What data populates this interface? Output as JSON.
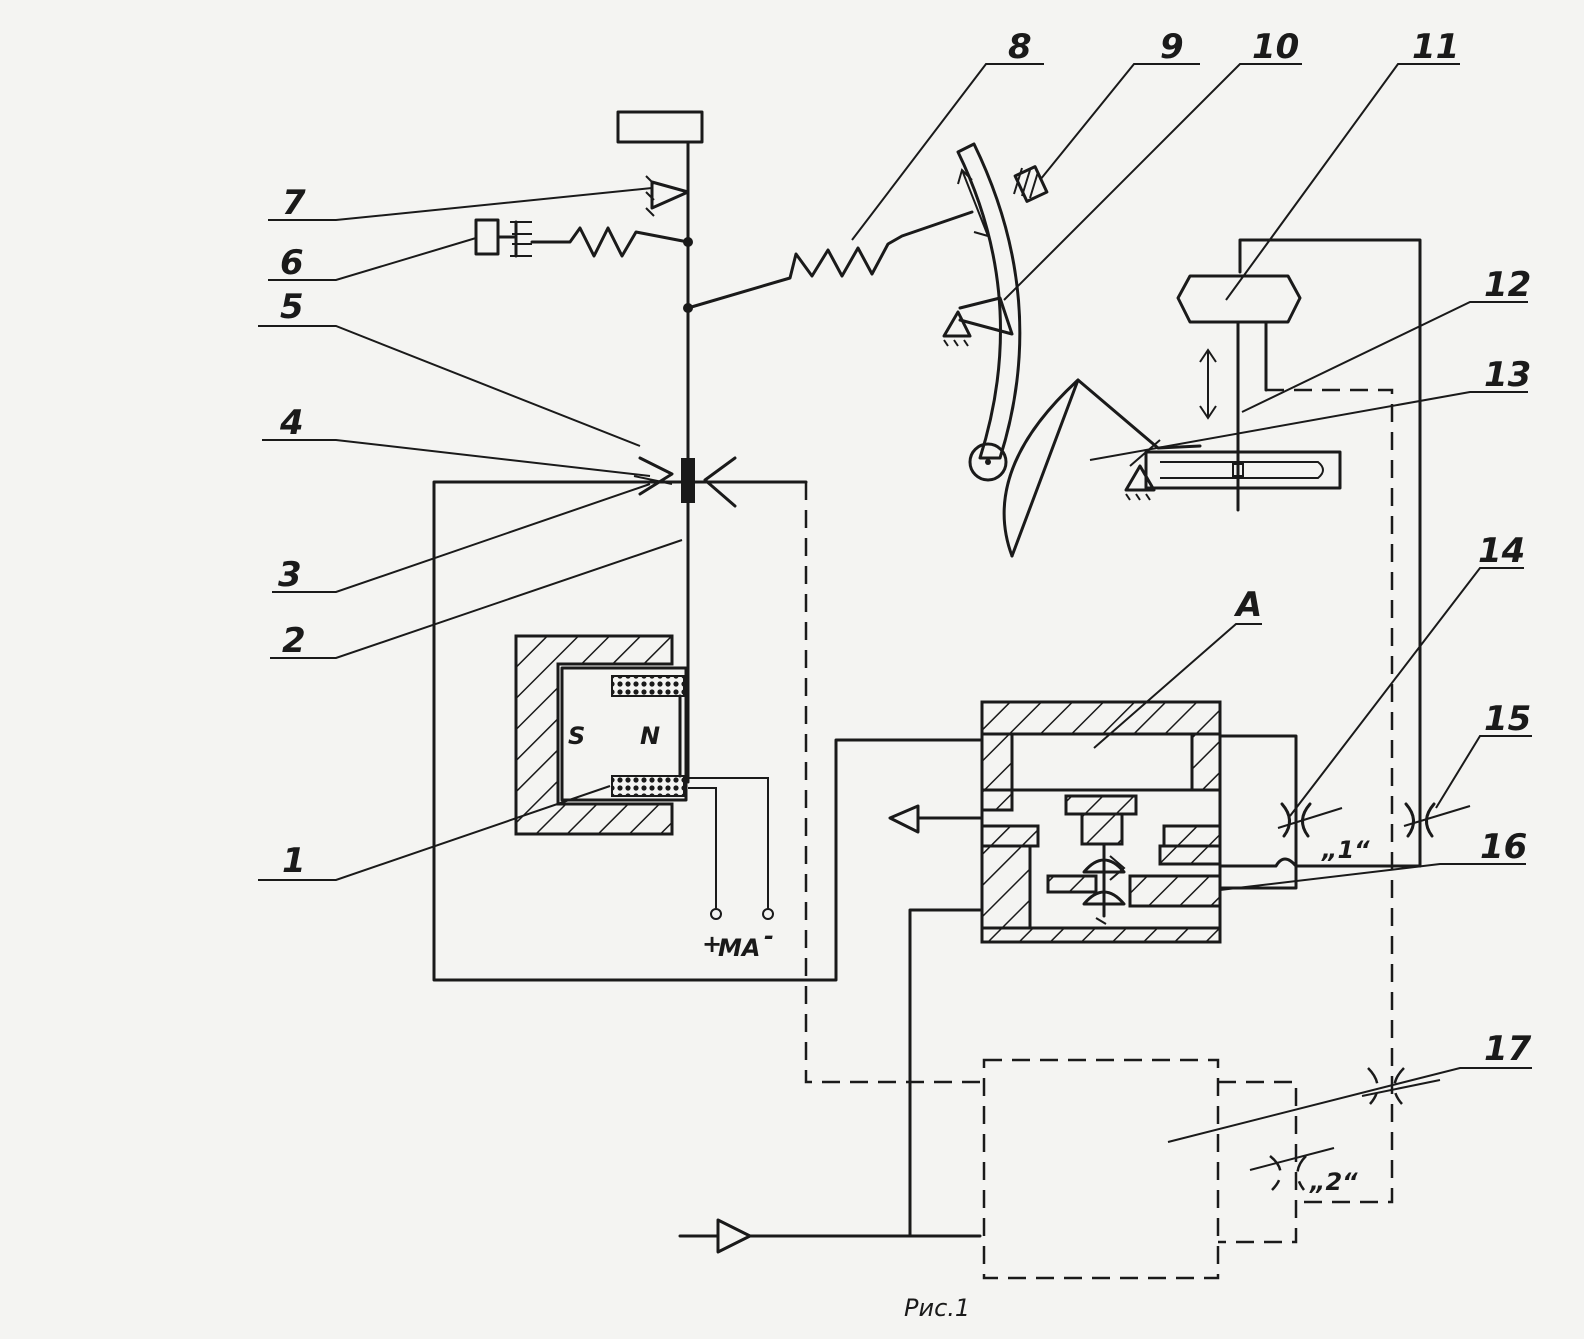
{
  "labels": {
    "n1": "1",
    "n2": "2",
    "n3": "3",
    "n4": "4",
    "n5": "5",
    "n6": "6",
    "n7": "7",
    "n8": "8",
    "n9": "9",
    "n10": "10",
    "n11": "11",
    "n12": "12",
    "n13": "13",
    "n14": "14",
    "n15": "15",
    "n16": "16",
    "n17": "17",
    "A": "A"
  },
  "magnet": {
    "south": "S",
    "north": "N"
  },
  "terminals": {
    "plus": "+",
    "minus": "-",
    "unit": "MA"
  },
  "throttles": {
    "t1": "„1“",
    "t2": "„2“"
  },
  "caption": "Рис.1"
}
